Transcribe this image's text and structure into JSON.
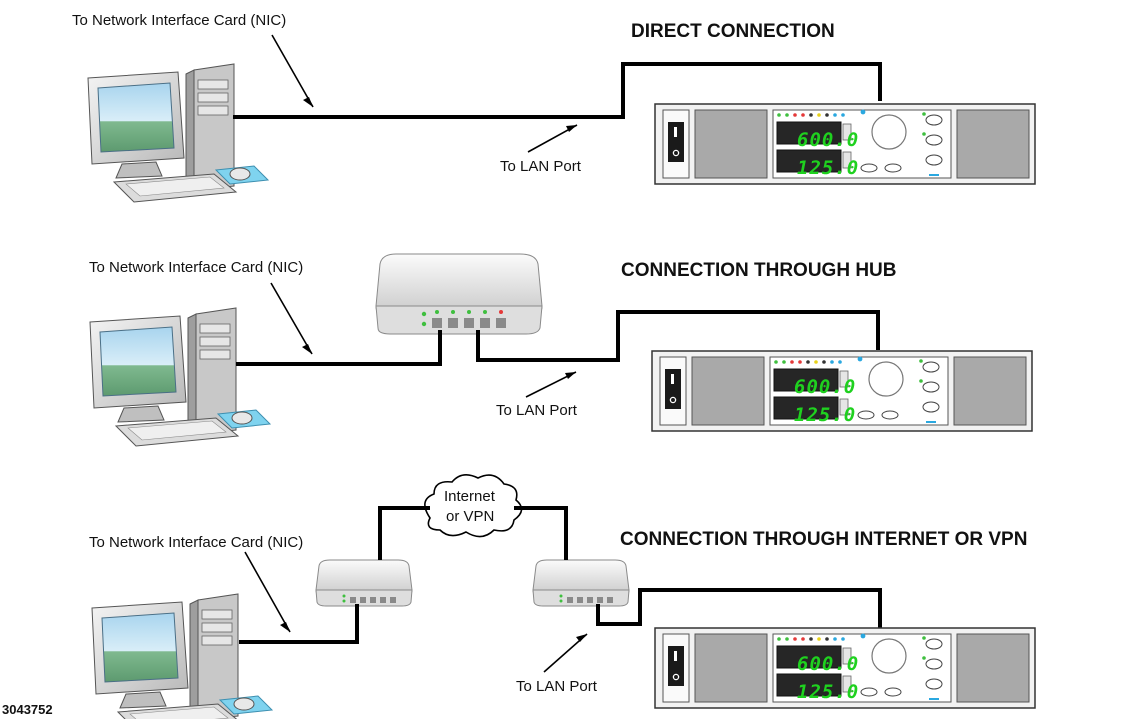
{
  "labels": {
    "nic": "To Network Interface Card (NIC)",
    "lan": "To LAN Port",
    "cloud_line1": "Internet",
    "cloud_line2": "or VPN",
    "figure_id": "3043752"
  },
  "sections": [
    {
      "heading": "DIRECT CONNECTION"
    },
    {
      "heading": "CONNECTION THROUGH HUB"
    },
    {
      "heading": "CONNECTION THROUGH INTERNET OR VPN"
    }
  ],
  "device_display": {
    "top": "600.0",
    "bottom": "125.0"
  },
  "colors": {
    "led": "#1fd11f",
    "cable": "#000000",
    "panel": "#f2f2f2",
    "panel_gray": "#a9a9a9"
  }
}
